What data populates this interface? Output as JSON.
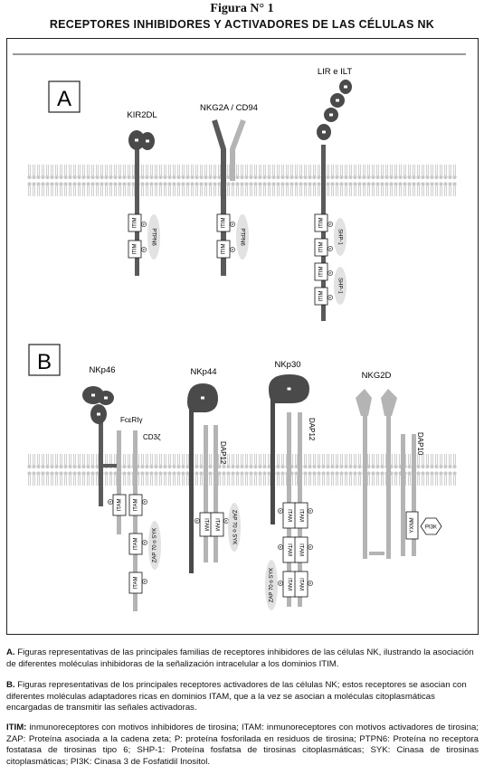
{
  "figure": {
    "label": "Figura N° 1",
    "title": "RECEPTORES INHIBIDORES Y ACTIVADORES DE LAS CÉLULAS NK"
  },
  "panel_a": {
    "letter": "A",
    "receptors": [
      "KIR2DL",
      "NKG2A / CD94",
      "LIR e ILT"
    ],
    "motif": "ITIM",
    "phosphatases": [
      "PTPN6",
      "PTPN6",
      "SHP-1",
      "SHP-1"
    ]
  },
  "panel_b": {
    "letter": "B",
    "receptors": [
      "NKp46",
      "NKp44",
      "NKp30",
      "NKG2D"
    ],
    "adaptors": [
      "FcεRIγ",
      "CD3ζ",
      "DAP12",
      "DAP12",
      "DAP10"
    ],
    "motif": "ITAM",
    "kinases": [
      "ZAP 70 o SYK",
      "ZAP 70 o SYK",
      "ZAP 70 o SYK"
    ],
    "yxnm": "YXNM",
    "pi3k": "PI3K",
    "p": "P"
  },
  "captions": {
    "a_lead": "A.",
    "a_text": " Figuras representativas de las principales familias de receptores inhibidores de las células NK, ilustrando la asociación de diferentes moléculas inhibidoras de la señalización intracelular a los dominios ITIM.",
    "b_lead": "B.",
    "b_text": " Figuras representativas de los principales receptores activadores de las células NK; estos receptores se asocian con diferentes moléculas adaptadores ricas en dominios ITAM, que a la vez se asocian a moléculas citoplasmáticas encargadas de transmitir las señales activadoras.",
    "abbr_lead": "ITIM:",
    "abbr_text": " inmunoreceptores con motivos inhibidores de tirosina; ITAM: inmunoreceptores con motivos activadores de tirosina; ZAP: Proteína asociada a la cadena zeta; P: proteína fosforilada en residuos de tirosina; PTPN6: Proteína no receptora fostatasa de tirosinas tipo 6; SHP-1: Proteína fosfatsa de tirosinas citoplasmáticas; SYK: Cinasa de tirosinas citoplasmáticas; PI3K: Cinasa 3 de Fosfatidil Inositol."
  },
  "colors": {
    "membrane": "#c8c8c8",
    "dark_chain": "#5a5a5a",
    "light_chain": "#b4b4b4",
    "blob": "#4a4a4a",
    "enzyme": "#e2e2e2"
  }
}
